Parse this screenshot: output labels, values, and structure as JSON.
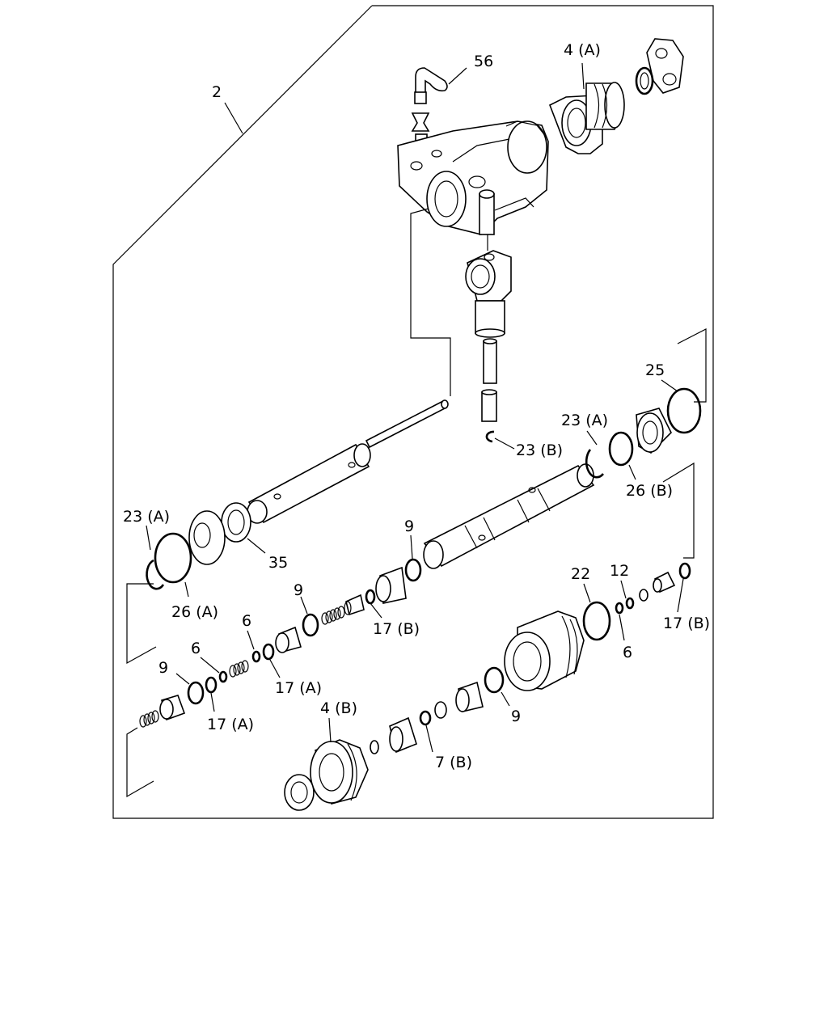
{
  "labels": {
    "l2": "2",
    "l56": "56",
    "l4a": "4 (A)",
    "l25": "25",
    "l23a_top": "23 (A)",
    "l23b": "23 (B)",
    "l26b": "26 (B)",
    "l23a_left": "23 (A)",
    "l26a": "26 (A)",
    "l35": "35",
    "l9_a": "9",
    "l9_b": "9",
    "l9_c": "9",
    "l9_d": "9",
    "l17b_a": "17 (B)",
    "l17b_b": "17 (B)",
    "l22": "22",
    "l12": "12",
    "l6_a": "6",
    "l6_b": "6",
    "l6_c": "6",
    "l17a_a": "17 (A)",
    "l17a_b": "17 (A)",
    "l4b": "4 (B)",
    "l7b": "7 (B)"
  }
}
